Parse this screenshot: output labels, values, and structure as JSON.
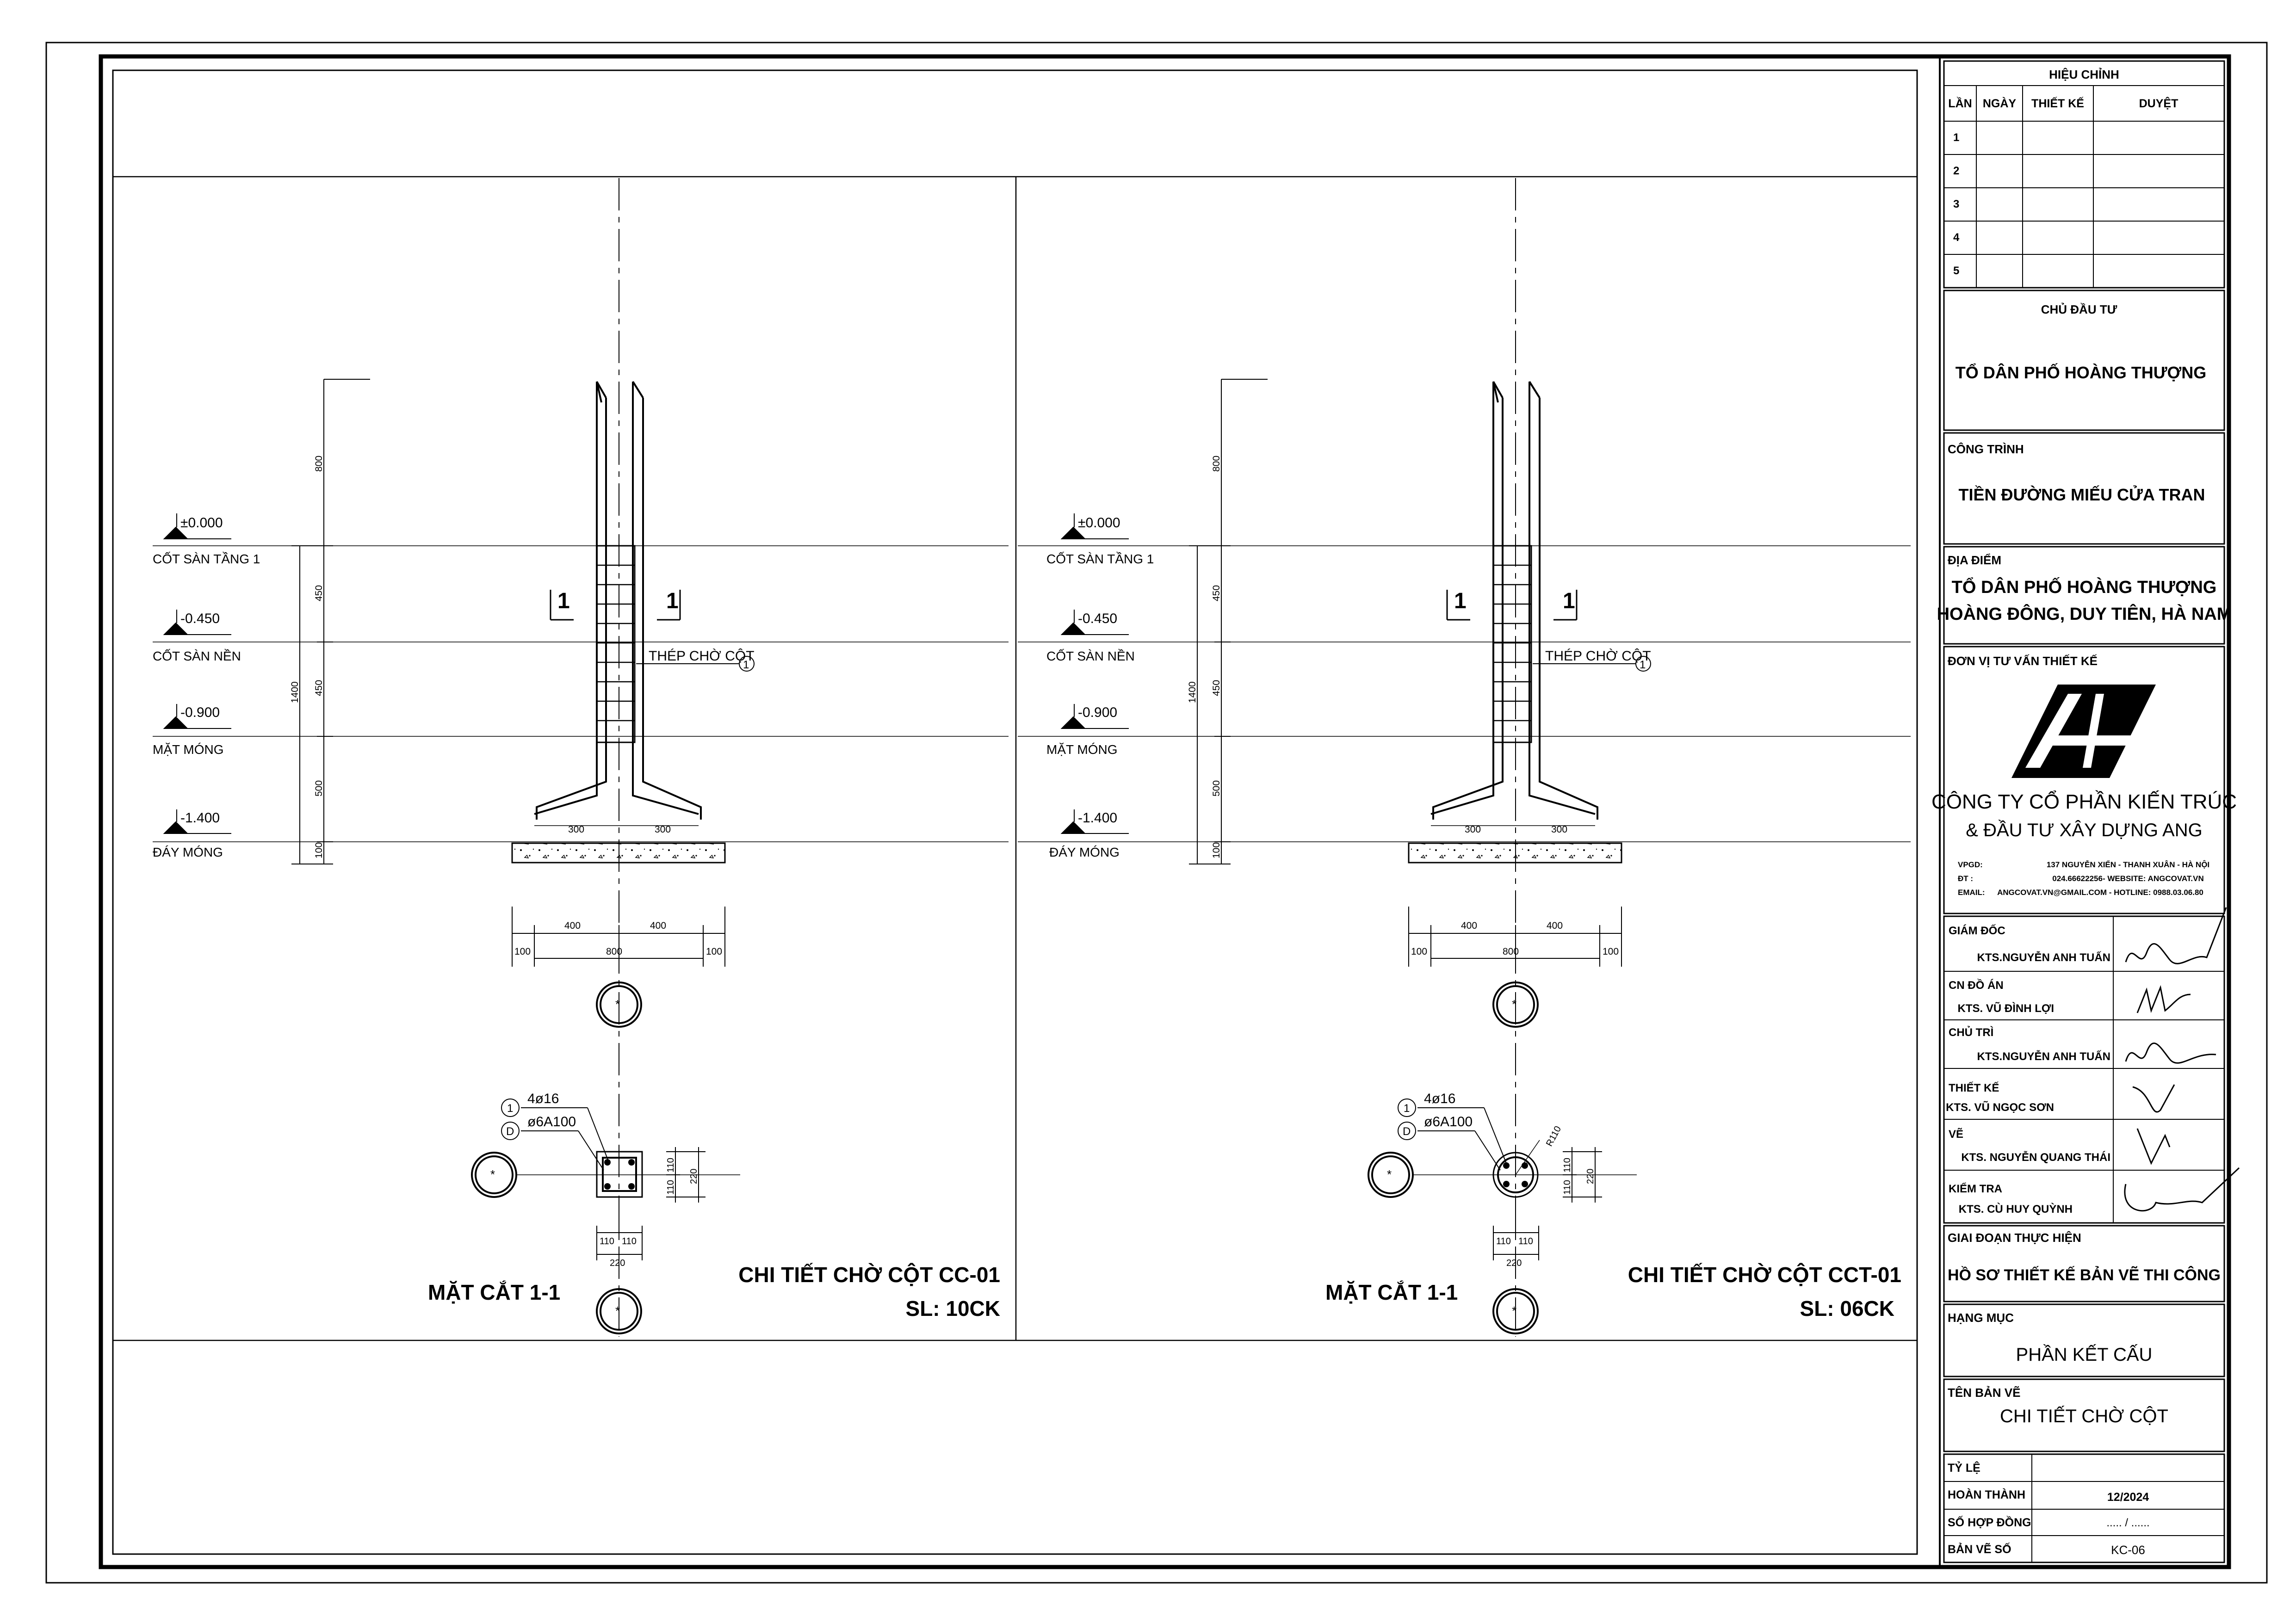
{
  "detail_left": {
    "levels": [
      "±0.000",
      "-0.450",
      "-0.900",
      "-1.400"
    ],
    "level_names": [
      "CỐT SÀN TẦNG 1",
      "CỐT SÀN NỀN",
      "MẶT MÓNG",
      "ĐÁY MÓNG"
    ],
    "vdims": [
      "800",
      "450",
      "450",
      "500",
      "100",
      "1400"
    ],
    "section_mark": "1",
    "rebar_note": "THÉP CHỜ CỘT",
    "rebar_tag": "1",
    "foot_dims": [
      "300",
      "300"
    ],
    "base_dims": [
      "400",
      "400",
      "100",
      "800",
      "100"
    ],
    "sec_bar": "4ø16",
    "sec_stirrup": "ø6A100",
    "sec_tag1": "1",
    "sec_tag2": "D",
    "sec_dims": [
      "110",
      "110",
      "220"
    ],
    "section_title": "MẶT CẮT 1-1",
    "title": "CHI TIẾT CHỜ CỘT CC-01",
    "count": "SL: 10CK"
  },
  "detail_right": {
    "levels": [
      "±0.000",
      "-0.450",
      "-0.900",
      "-1.400"
    ],
    "level_names": [
      "CỐT SÀN TẦNG 1",
      "CỐT SÀN NỀN",
      "MẶT MÓNG",
      "ĐÁY MÓNG"
    ],
    "vdims": [
      "800",
      "450",
      "450",
      "500",
      "100",
      "1400"
    ],
    "section_mark": "1",
    "rebar_note": "THÉP CHỜ CỘT",
    "rebar_tag": "1",
    "foot_dims": [
      "300",
      "300"
    ],
    "base_dims": [
      "400",
      "400",
      "100",
      "800",
      "100"
    ],
    "sec_bar": "4ø16",
    "sec_stirrup": "ø6A100",
    "sec_tag1": "1",
    "sec_tag2": "D",
    "sec_dims": [
      "110",
      "110",
      "220"
    ],
    "radius": "R110",
    "section_title": "MẶT CẮT 1-1",
    "title": "CHI TIẾT CHỜ CỘT CCT-01",
    "count": "SL: 06CK"
  },
  "title_block": {
    "rev_title": "HIỆU CHỈNH",
    "rev_headers": [
      "LẦN",
      "NGÀY",
      "THIẾT KẾ",
      "DUYỆT"
    ],
    "rev_rows": [
      "1",
      "2",
      "3",
      "4",
      "5"
    ],
    "owner_label": "CHỦ ĐẦU TƯ",
    "owner": "TỔ DÂN PHỐ HOÀNG THƯỢNG",
    "project_label": "CÔNG TRÌNH",
    "project": "TIỀN ĐƯỜNG MIẾU CỬA TRAN",
    "location_label": "ĐỊA ĐIỂM",
    "location_1": "TỔ DÂN PHỐ HOÀNG THƯỢNG",
    "location_2": "HOÀNG ĐÔNG, DUY TIÊN, HÀ NAM",
    "consultant_label": "ĐƠN VỊ TƯ VẤN THIẾT KẾ",
    "company_1": "CÔNG TY CỔ PHẦN KIẾN TRÚC",
    "company_2": "& ĐẦU TƯ XÂY DỰNG ANG",
    "contact_labels": [
      "VPGD:",
      "ĐT :",
      "EMAIL:"
    ],
    "contact_values": [
      "137 NGUYỄN XIỂN - THANH XUÂN - HÀ NỘI",
      "024.66622256- WEBSITE: ANGCOVAT.VN",
      "ANGCOVAT.VN@GMAIL.COM - HOTLINE: 0988.03.06.80"
    ],
    "staff": [
      {
        "role": "GIÁM ĐỐC",
        "name": "KTS.NGUYỄN ANH TUẤN"
      },
      {
        "role": "CN ĐỒ ÁN",
        "name": "KTS. VŨ ĐÌNH LỢI"
      },
      {
        "role": "CHỦ TRÌ",
        "name": "KTS.NGUYỄN ANH TUẤN"
      },
      {
        "role": "THIẾT KẾ",
        "name": "KTS. VŨ NGỌC SƠN"
      },
      {
        "role": "VẼ",
        "name": "KTS. NGUYỄN QUANG THÁI"
      },
      {
        "role": "KIỂM TRA",
        "name": "KTS. CÙ HUY QUỲNH"
      }
    ],
    "phase_label": "GIAI ĐOẠN THỰC HIỆN",
    "phase": "HỒ SƠ THIẾT KẾ BẢN VẼ THI CÔNG",
    "category_label": "HẠNG MỤC",
    "category": "PHẦN KẾT CẤU",
    "drawing_label": "TÊN BẢN VẼ",
    "drawing": "CHI TIẾT CHỜ CỘT",
    "scale_label": "TỶ LỆ",
    "scale": "",
    "done_label": "HOÀN THÀNH",
    "done": "12/2024",
    "contract_label": "SỐ HỢP ĐỒNG",
    "contract": "..... / ......",
    "sheet_label": "BẢN VẼ SỐ",
    "sheet": "KC-06"
  }
}
